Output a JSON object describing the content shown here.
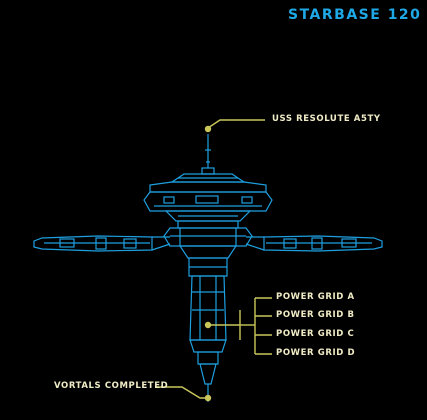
{
  "title": "STARBASE 120",
  "callouts": {
    "ship": "USS RESOLUTE A5TY",
    "vortals": "VORTALS COMPLETED"
  },
  "power_grids": [
    "POWER GRID A",
    "POWER GRID B",
    "POWER GRID C",
    "POWER GRID D"
  ],
  "colors": {
    "structure": "#1e9fe0",
    "callout": "#c9c75a",
    "label": "#f0ecc6",
    "background": "#000000"
  }
}
